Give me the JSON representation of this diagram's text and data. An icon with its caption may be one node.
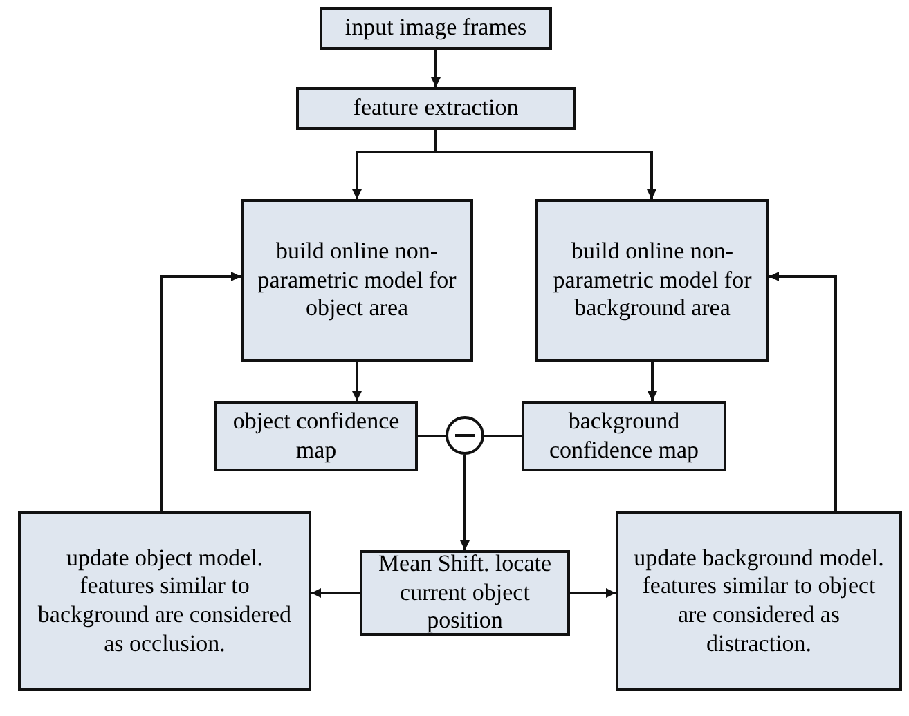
{
  "diagram": {
    "nodes": [
      {
        "text": [
          "input image frames"
        ]
      },
      {
        "text": [
          "feature extraction"
        ]
      },
      {
        "text": [
          "build online non-parametric model for object area"
        ]
      },
      {
        "text": [
          "build online non-parametric model for background area"
        ]
      },
      {
        "text": [
          "object confidence map"
        ]
      },
      {
        "text": [
          "background confidence map"
        ]
      },
      {
        "text": [],
        "shape": "circle"
      },
      {
        "text": [
          "Mean Shift. locate current object position"
        ]
      },
      {
        "text": [
          "update object model. features similar to background are considered as occlusion."
        ]
      },
      {
        "text": [
          "update background model. features similar to object are considered as distraction."
        ]
      }
    ],
    "edges": [
      {
        "from": 0,
        "to": 1,
        "arrow": "to"
      },
      {
        "from": 1,
        "to": 2,
        "arrow": "to"
      },
      {
        "from": 1,
        "to": 3,
        "arrow": "to"
      },
      {
        "from": 2,
        "to": 4,
        "arrow": "to"
      },
      {
        "from": 3,
        "to": 5,
        "arrow": "to"
      },
      {
        "from": 4,
        "to": 6,
        "arrow": "none"
      },
      {
        "from": 5,
        "to": 6,
        "arrow": "none"
      },
      {
        "from": 6,
        "to": 7,
        "arrow": "to"
      },
      {
        "from": 7,
        "to": 8,
        "arrow": "to"
      },
      {
        "from": 7,
        "to": 9,
        "arrow": "to"
      },
      {
        "from": 8,
        "to": 2,
        "arrow": "to"
      },
      {
        "from": 9,
        "to": 3,
        "arrow": "to"
      }
    ]
  }
}
